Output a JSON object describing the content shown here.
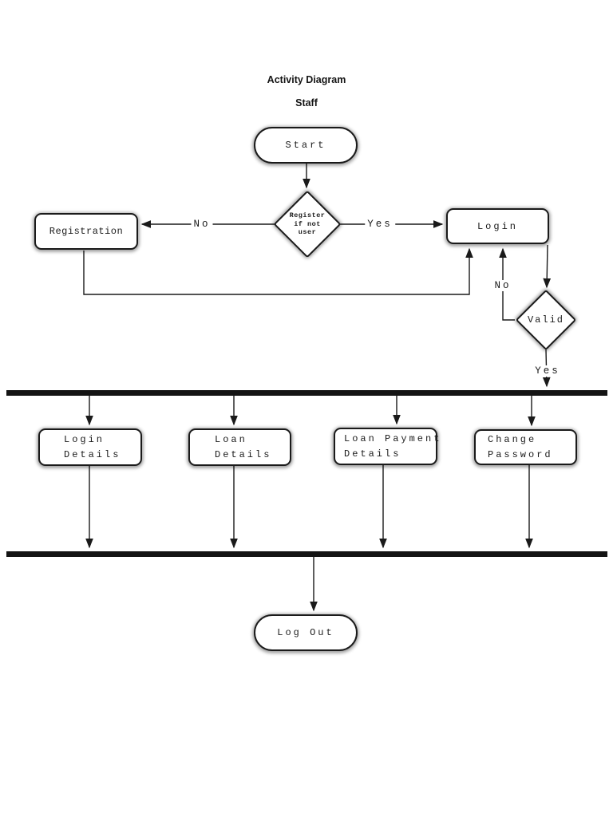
{
  "page": {
    "title": "Activity Diagram",
    "subtitle": "Staff"
  },
  "nodes": {
    "start": {
      "label": "Start",
      "type": "start"
    },
    "register_decision": {
      "line1": "Register",
      "line2": "if not",
      "line3": "user",
      "type": "decision"
    },
    "registration": {
      "label": "Registration",
      "type": "activity"
    },
    "login": {
      "label": "Login",
      "type": "activity"
    },
    "valid_decision": {
      "label": "Valid",
      "type": "decision"
    },
    "login_details": {
      "line1": "Login",
      "line2": "Details",
      "type": "activity"
    },
    "loan_details": {
      "line1": "Loan",
      "line2": "Details",
      "type": "activity"
    },
    "loan_payment_details": {
      "line1": "Loan Payment",
      "line2": "Details",
      "type": "activity"
    },
    "change_password": {
      "line1": "Change",
      "line2": "Password",
      "type": "activity"
    },
    "log_out": {
      "label": "Log Out",
      "type": "end"
    }
  },
  "edge_labels": {
    "register_no": "No",
    "register_yes": "Yes",
    "valid_no": "No",
    "valid_yes": "Yes"
  },
  "colors": {
    "line": "#1a1a1a",
    "node_border": "#1a1a1a",
    "node_fill": "#ffffff",
    "bar_fill": "#141414",
    "background": "#ffffff"
  }
}
